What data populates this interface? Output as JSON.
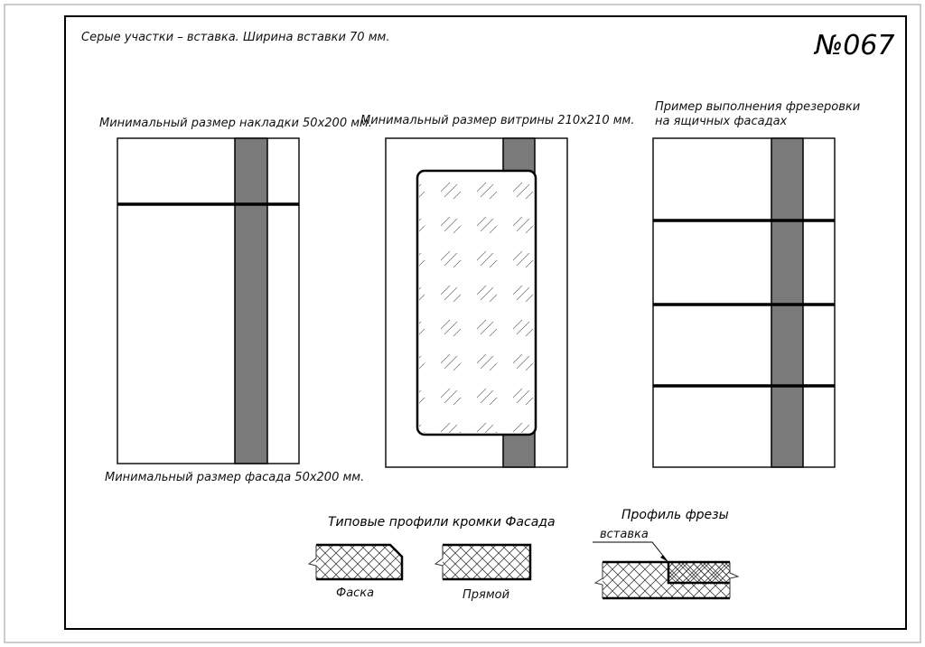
{
  "header": {
    "note": "Серые участки – вставка.  Ширина вставки 70 мм.",
    "number": "№067"
  },
  "panels": [
    {
      "caption_top": "Минимальный размер накладки 50x200 мм.",
      "caption_bottom": "Минимальный размер фасада 50x200 мм."
    },
    {
      "caption_top": "Минимальный размер витрины 210x210 мм."
    },
    {
      "caption_top_line1": "Пример выполнения фрезеровки",
      "caption_top_line2": "на ящичных фасадах"
    }
  ],
  "edge_profiles": {
    "title": "Типовые профили кромки Фасада",
    "items": [
      "Фаска",
      "Прямой"
    ]
  },
  "mill_profile": {
    "title": "Профиль фрезы",
    "callout": "вставка"
  },
  "colors": {
    "insert": "#7a7a7a",
    "line": "#000000"
  }
}
